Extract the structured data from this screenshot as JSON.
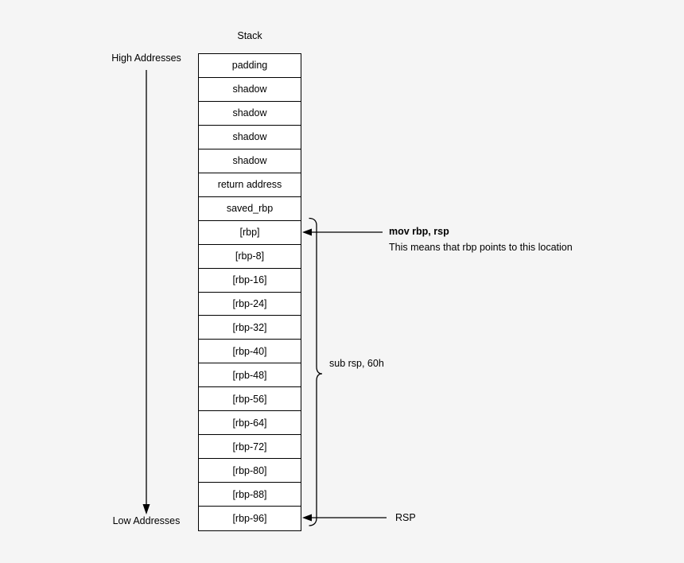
{
  "diagram": {
    "title": "Stack",
    "address_axis": {
      "high_label": "High Addresses",
      "low_label": "Low Addresses"
    },
    "stack": {
      "cells": [
        "padding",
        "shadow",
        "shadow",
        "shadow",
        "shadow",
        "return address",
        "saved_rbp",
        "[rbp]",
        "[rbp-8]",
        "[rbp-16]",
        "[rbp-24]",
        "[rbp-32]",
        "[rbp-40]",
        "[rpb-48]",
        "[rbp-56]",
        "[rbp-64]",
        "[rbp-72]",
        "[rbp-80]",
        "[rbp-88]",
        "[rbp-96]"
      ]
    },
    "annotations": {
      "rbp_pointer": {
        "instruction": "mov rbp, rsp",
        "description": "This means that rbp points to this location"
      },
      "brace_label": "sub rsp, 60h",
      "rsp_label": "RSP"
    },
    "colors": {
      "background": "#f5f5f5",
      "cell_fill": "#ffffff",
      "stroke": "#000000"
    }
  }
}
